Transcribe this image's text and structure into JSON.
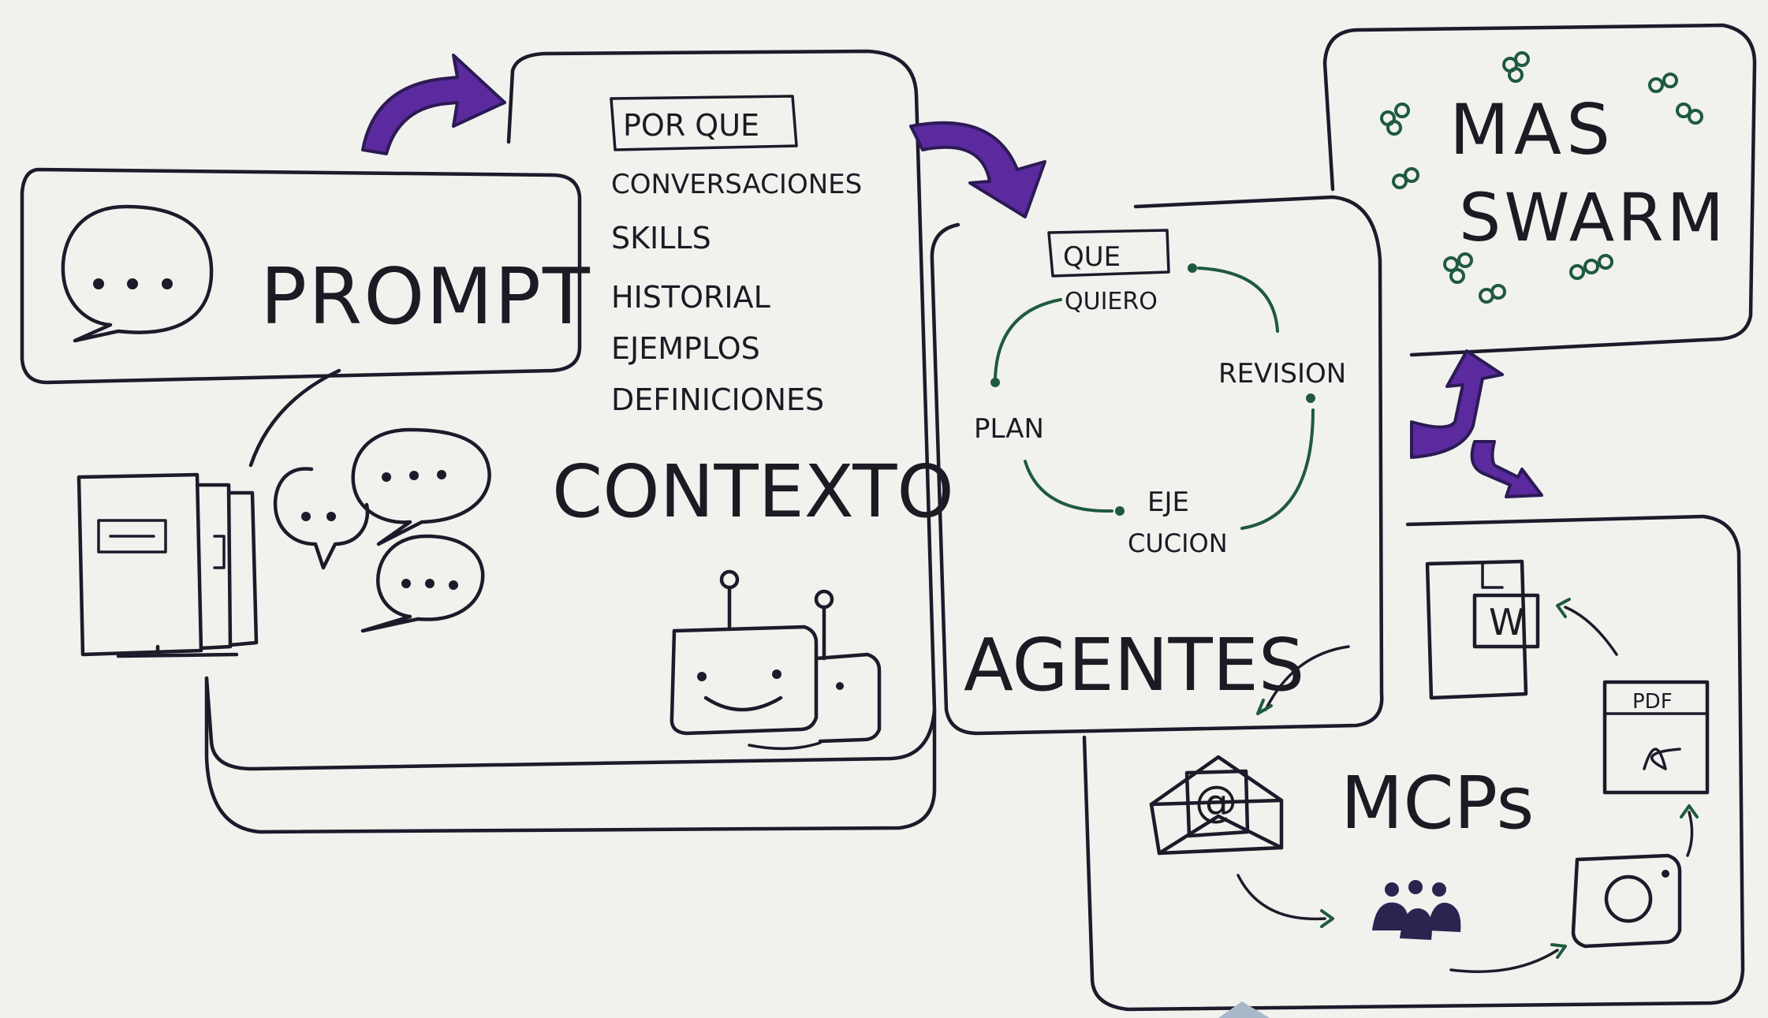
{
  "prompt": {
    "title": "PROMPT"
  },
  "contexto": {
    "title": "CONTEXTO",
    "boxed_item": "POR QUE",
    "items": [
      "CONVERSACIONES",
      "SKILLS",
      "HISTORIAL",
      "EJEMPLOS",
      "DEFINICIONES"
    ]
  },
  "agentes": {
    "title": "AGENTES",
    "cycle": {
      "que_quiero": "QUE",
      "que_quiero_2": "QUIERO",
      "plan": "PLAN",
      "revision": "REVISION",
      "ejecucion_1": "EJE",
      "ejecucion_2": "CUCION"
    }
  },
  "mas": {
    "title_1": "MAS",
    "title_2": "SWARM"
  },
  "mcps": {
    "title": "MCPs",
    "word_label": "W",
    "pdf_label": "PDF",
    "email_label": "@"
  },
  "colors": {
    "accent": "#5b2a9e",
    "ink": "#1d1b2a",
    "green": "#1f5a3e",
    "paper": "#f1f1ee"
  },
  "icons": [
    "chat-bubble-icon",
    "documents-icon",
    "conversation-bubbles-icon",
    "robot-icon",
    "word-doc-icon",
    "pdf-icon",
    "email-icon",
    "camera-icon",
    "team-icon",
    "agent-dots-icon"
  ]
}
